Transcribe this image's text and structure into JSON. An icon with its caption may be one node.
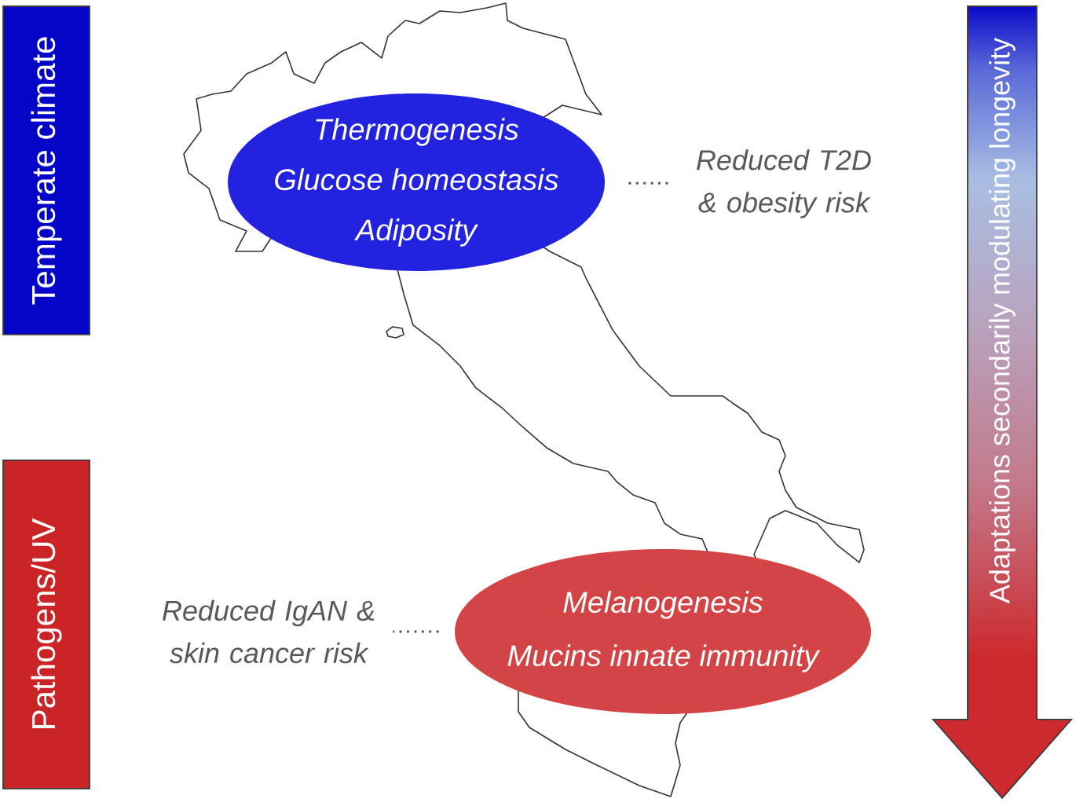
{
  "diagram": {
    "nodes": [
      {
        "text": [
          "Temperate climate"
        ]
      },
      {
        "text": [
          "Thermogenesis",
          "Glucose homeostasis",
          "Adiposity"
        ]
      },
      {
        "text": [
          "Reduced T2D & obesity risk"
        ]
      },
      {
        "text": [
          "Adaptations secondarily modulating longevity"
        ]
      },
      {
        "text": [
          "Pathogens/UV"
        ]
      },
      {
        "text": [
          "Reduced IgAN & skin cancer risk"
        ]
      },
      {
        "text": [
          "Melanogenesis",
          "Mucins innate immunity"
        ]
      }
    ],
    "edges": [
      {
        "from": 1,
        "to": 2,
        "arrow": "none",
        "style": "dashed"
      },
      {
        "from": 6,
        "to": 5,
        "arrow": "none",
        "style": "dashed"
      }
    ]
  }
}
